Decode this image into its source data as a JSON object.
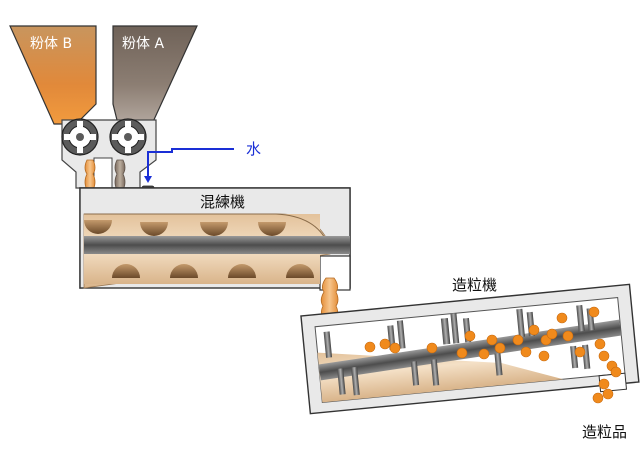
{
  "labels": {
    "powder_b": "粉体 B",
    "powder_a": "粉体 A",
    "water": "水",
    "mixer": "混練機",
    "granulator": "造粒機",
    "product": "造粒品"
  },
  "colors": {
    "powder_b": "#e8832a",
    "powder_a": "#8a7a70",
    "water": "#1a2fd6",
    "mix": "#f2d9b8",
    "pellet": "#f08a1c",
    "shaft": "#6d6d6d"
  }
}
